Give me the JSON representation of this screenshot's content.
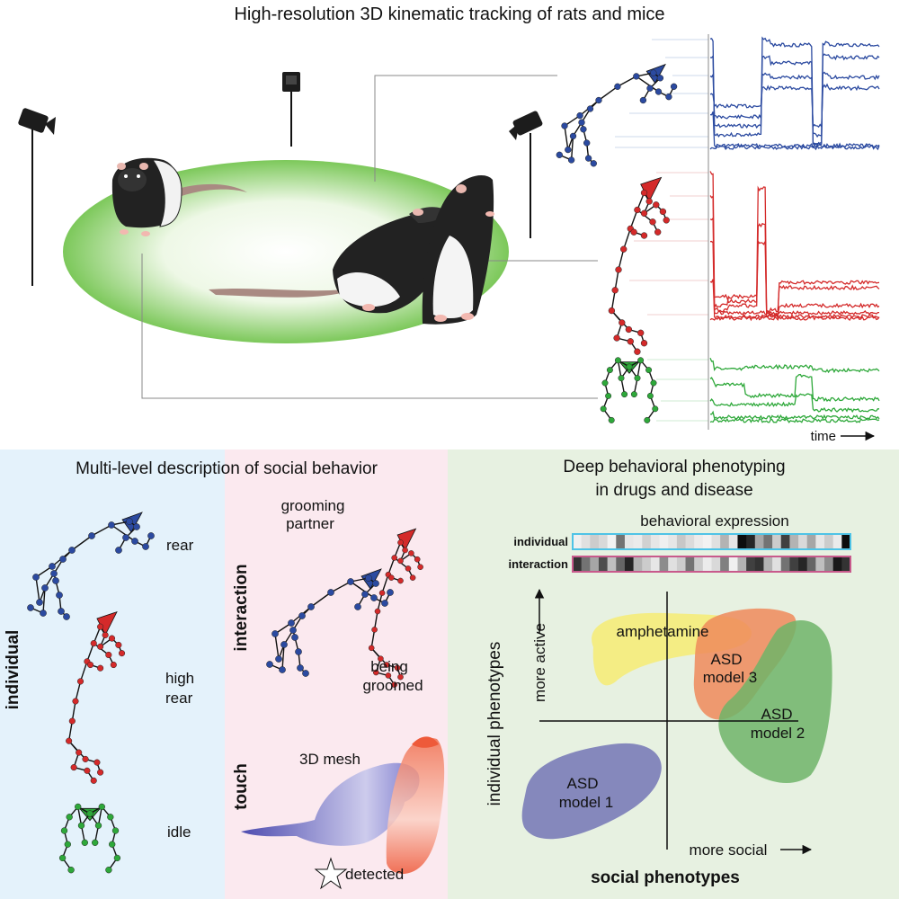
{
  "title": "High-resolution 3D kinematic tracking of rats and mice",
  "time_label": "time",
  "panels": {
    "multilevel": {
      "title": "Multi-level description of social behavior",
      "individual_label": "individual",
      "poses": [
        {
          "label": "rear"
        },
        {
          "label_lines": [
            "high",
            "rear"
          ]
        },
        {
          "label": "idle"
        }
      ]
    },
    "interaction": {
      "section_label": "interaction",
      "grooming_partner": [
        "grooming",
        "partner"
      ],
      "being_groomed": [
        "being",
        "groomed"
      ],
      "touch_label": "touch",
      "mesh_label": "3D mesh",
      "detected_label": "detected"
    },
    "phenotyping": {
      "title_lines": [
        "Deep behavioral phenotyping",
        "in drugs and disease"
      ],
      "expression_title": "behavioral expression",
      "rows": [
        {
          "label": "individual",
          "border": "#4fc3e6",
          "cells": [
            0.06,
            0.12,
            0.2,
            0.15,
            0.05,
            0.55,
            0.1,
            0.08,
            0.18,
            0.1,
            0.06,
            0.1,
            0.22,
            0.14,
            0.08,
            0.05,
            0.12,
            0.3,
            0.1,
            0.95,
            0.85,
            0.35,
            0.55,
            0.2,
            0.75,
            0.3,
            0.15,
            0.35,
            0.1,
            0.2,
            0.08,
            0.95
          ]
        },
        {
          "label": "interaction",
          "border": "#c85a8c",
          "cells": [
            0.8,
            0.55,
            0.35,
            0.7,
            0.25,
            0.6,
            0.85,
            0.3,
            0.2,
            0.1,
            0.45,
            0.12,
            0.2,
            0.55,
            0.2,
            0.08,
            0.15,
            0.5,
            0.06,
            0.3,
            0.75,
            0.8,
            0.3,
            0.12,
            0.55,
            0.75,
            0.85,
            0.6,
            0.25,
            0.45,
            0.9,
            0.8
          ]
        }
      ],
      "y_axis_title": "individual phenotypes",
      "y_axis_arrow_label": "more active",
      "x_axis_title": "social phenotypes",
      "x_axis_arrow_label": "more social",
      "clusters": [
        {
          "label_lines": [
            "amphetamine"
          ],
          "color": "#f5ec7a"
        },
        {
          "label_lines": [
            "ASD",
            "model 3"
          ],
          "color": "#ee8a5a"
        },
        {
          "label_lines": [
            "ASD",
            "model 2"
          ],
          "color": "#6eb469"
        },
        {
          "label_lines": [
            "ASD",
            "model 1"
          ],
          "color": "#7a7cb8"
        }
      ]
    }
  },
  "colors": {
    "blue": "#2b4aa0",
    "red": "#d42a2a",
    "green": "#2ea83a",
    "panel_blue": "#e4f2fb",
    "panel_pink": "#fbe9ef",
    "panel_green": "#e7f1e1"
  }
}
